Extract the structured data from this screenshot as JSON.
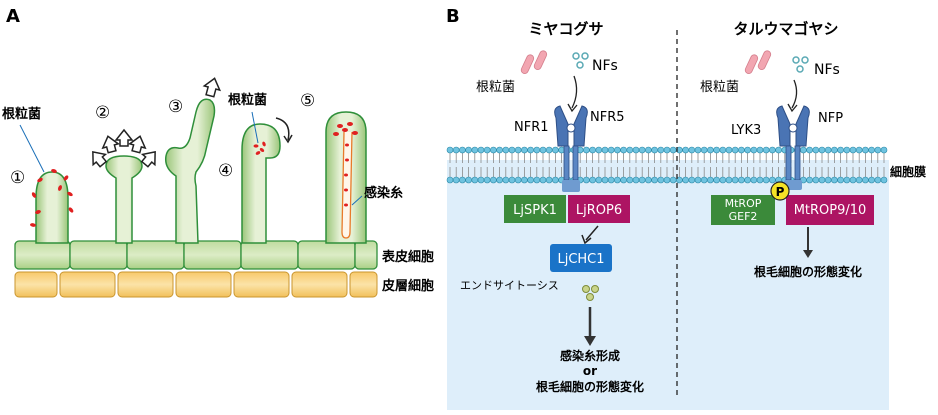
{
  "panel_a": {
    "letter": "A",
    "rhizobia_label_left": "根粒菌",
    "rhizobia_label_mid": "根粒菌",
    "infection_thread_label": "感染糸",
    "epidermis_label": "表皮細胞",
    "cortex_label": "皮層細胞",
    "stages": [
      "①",
      "②",
      "③",
      "④",
      "⑤"
    ]
  },
  "panel_b": {
    "letter": "B",
    "left": {
      "species": "ミヤコグサ",
      "rhizobia": "根粒菌",
      "nfs": "NFs",
      "receptor1": "NFR1",
      "receptor2": "NFR5",
      "box1": "LjSPK1",
      "box2": "LjROP6",
      "box3": "LjCHC1",
      "process": "エンドサイトーシス",
      "result_line1": "感染糸形成",
      "result_line2": "or",
      "result_line3": "根毛細胞の形態変化"
    },
    "right": {
      "species": "タルウマゴヤシ",
      "rhizobia": "根粒菌",
      "nfs": "NFs",
      "receptor1": "LYK3",
      "receptor2": "NFP",
      "phospho": "P",
      "box1_line1": "MtROP",
      "box1_line2": "GEF2",
      "box2": "MtROP9/10",
      "result": "根毛細胞の形態変化"
    },
    "membrane_label": "細胞膜"
  },
  "colors": {
    "cell_green_light": "#e6f1d6",
    "cell_green_dark": "#9bc67a",
    "cell_outline": "#2f8f3a",
    "cortex_fill": "#f7d58a",
    "rhizobia_red": "#e02020",
    "cytoplasm": "#deeefa",
    "membrane_head": "#6fc3e0",
    "receptor_blue": "#4a74b4",
    "box_green": "#3b8a3a",
    "box_magenta": "#ad1463",
    "box_blue": "#1a73c8",
    "phospho_yellow": "#f5e326",
    "rhizobia_pink": "#f2a6b1",
    "nf_teal": "#5aa9b4"
  }
}
